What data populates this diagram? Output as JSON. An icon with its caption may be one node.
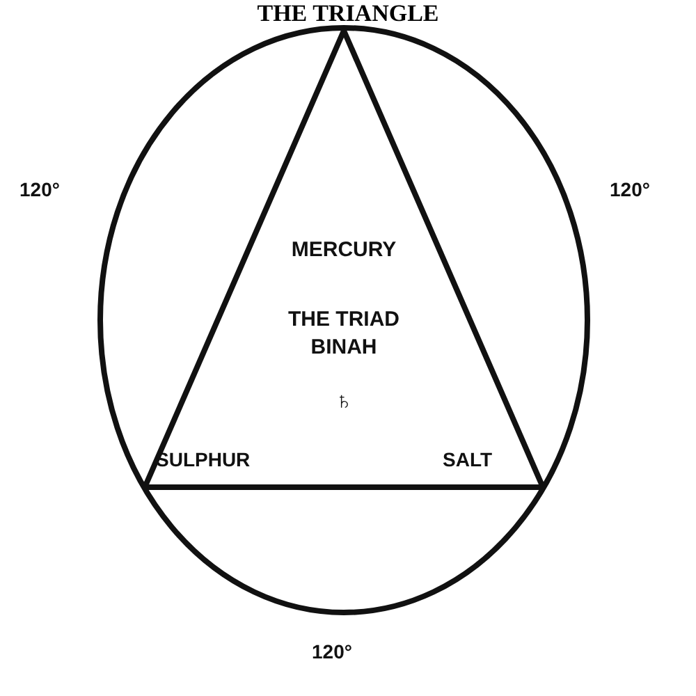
{
  "diagram": {
    "title": "THE TRIANGLE",
    "nodes": [
      {
        "text": [],
        "shape": "circle"
      },
      {
        "text": [
          "MERCURY",
          "THE TRIAD BINAH",
          "♄"
        ],
        "in": 0
      }
    ],
    "labels": [
      "120°",
      "120°",
      "SULPHUR",
      "SALT",
      "120°"
    ]
  }
}
